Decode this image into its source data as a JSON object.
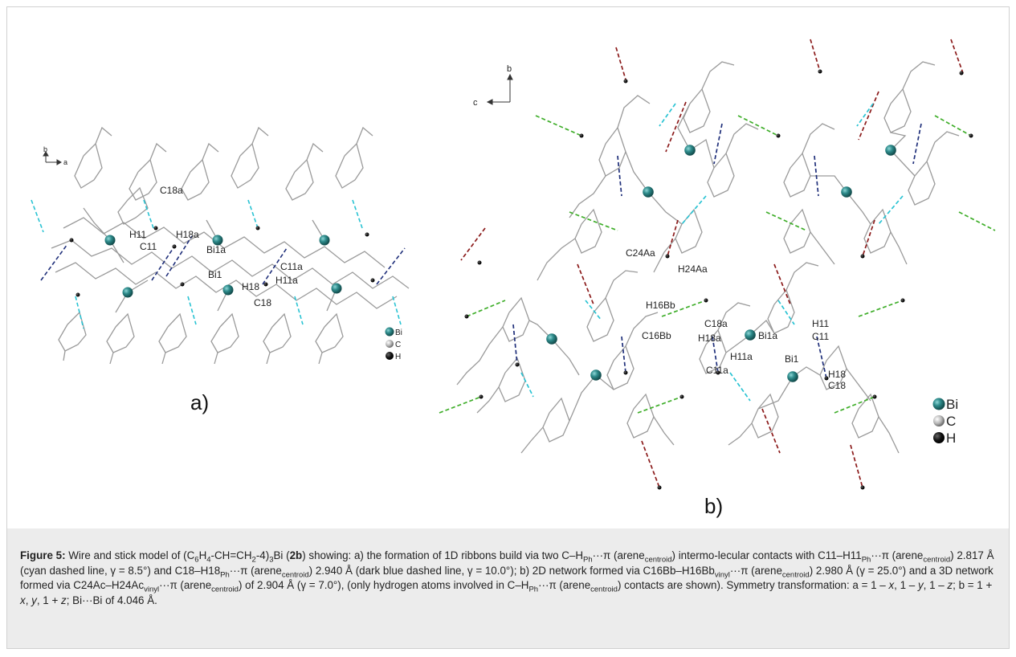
{
  "panels": {
    "a": {
      "panel_label": "a)",
      "axis_b": "b",
      "axis_a": "a",
      "atom_labels": [
        "C18a",
        "H11",
        "C11",
        "H18a",
        "Bi1a",
        "Bi1",
        "C11a",
        "H18",
        "H11a",
        "C18"
      ],
      "legend": [
        "Bi",
        "C",
        "H"
      ]
    },
    "b": {
      "panel_label": "b)",
      "axis_b": "b",
      "axis_c": "c",
      "atom_labels": [
        "C24Aa",
        "H24Aa",
        "H16Bb",
        "C18a",
        "Bi1a",
        "H11",
        "C11",
        "C16Bb",
        "H18a",
        "H11a",
        "Bi1",
        "C11a",
        "H18",
        "C18"
      ],
      "legend": [
        "Bi",
        "C",
        "H"
      ]
    }
  },
  "colors": {
    "bi": "#2e8b8b",
    "carbon_stick": "#9a9a9a",
    "hydrogen": "#111111",
    "cyan_contact": "#29c3d3",
    "dark_blue_contact": "#1f2f7a",
    "green_contact": "#3fae2a",
    "dark_red_contact": "#8b1a1a",
    "caption_bg": "#ececec"
  },
  "caption": {
    "figure_label": "Figure 5:",
    "t1": " Wire and stick model of (C",
    "s1": "6",
    "t2": "H",
    "s2": "4",
    "t3": "-CH=CH",
    "s3": "2",
    "t4": "-4)",
    "s4": "3",
    "t5": "Bi (",
    "compound": "2b",
    "t6": ") showing: a) the formation of 1D ribbons build via two C–H",
    "s5": "Ph",
    "t7": "···π (arene",
    "s6": "centroid",
    "t8": ") intermo-lecular contacts with C11–H11",
    "s7": "Ph",
    "t9": "···π (arene",
    "s8": "centroid",
    "t10": ") 2.817 Å (cyan dashed line, γ = 8.5°) and C18–H18",
    "s9": "Ph",
    "t11": "···π (arene",
    "s10": "centroid",
    "t12": ") 2.940 Å (dark blue dashed line, γ = 10.0°); b) 2D network formed via C16Bb–H16Bb",
    "s11": "vinyl",
    "t13": "···π (arene",
    "s12": "centroid",
    "t14": ") 2.980 Å (γ = 25.0°) and a 3D network formed via C24Ac–H24Ac",
    "s13": "vinyl",
    "t15": "···π (arene",
    "s14": "centroid",
    "t16": ") of 2.904 Å (γ = 7.0°), (only hydrogen atoms involved in C–H",
    "s15": "Ph",
    "t17": "···π (arene",
    "s16": "centroid",
    "t18": ") contacts are shown). Symmetry transformation: a = 1 – ",
    "i1": "x",
    "t19": ", 1 – ",
    "i2": "y",
    "t20": ", 1 – ",
    "i3": "z",
    "t21": "; b = 1 + ",
    "i4": "x",
    "t22": ", ",
    "i5": "y",
    "t23": ", 1 + ",
    "i6": "z",
    "t24": "; Bi···Bi of 4.046 Å."
  }
}
